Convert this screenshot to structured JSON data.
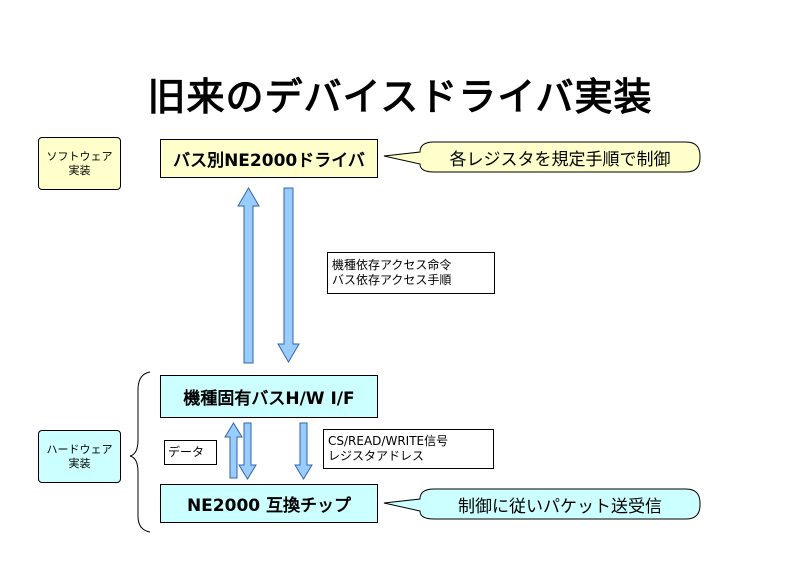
{
  "title": "旧来のデバイスドライバ実装",
  "software_label": [
    "ソフトウェア",
    "実装"
  ],
  "hardware_label": [
    "ハードウェア",
    "実装"
  ],
  "driver_box": "バス別NE2000ドライバ",
  "driver_callout": "各レジスタを規定手順で制御",
  "access_note": [
    "機種依存アクセス命令",
    "バス依存アクセス手順"
  ],
  "bus_box": "機種固有バスH/W I/F",
  "data_label": "データ",
  "signal_note": [
    "CS/READ/WRITE信号",
    "レジスタアドレス"
  ],
  "chip_box": "NE2000 互換チップ",
  "chip_callout": "制御に従いパケット送受信",
  "colors": {
    "yellow_fill": "#ffffcc",
    "cyan_fill": "#ccffff",
    "arrow_fill": "#99ccff",
    "arrow_stroke": "#3366aa"
  }
}
